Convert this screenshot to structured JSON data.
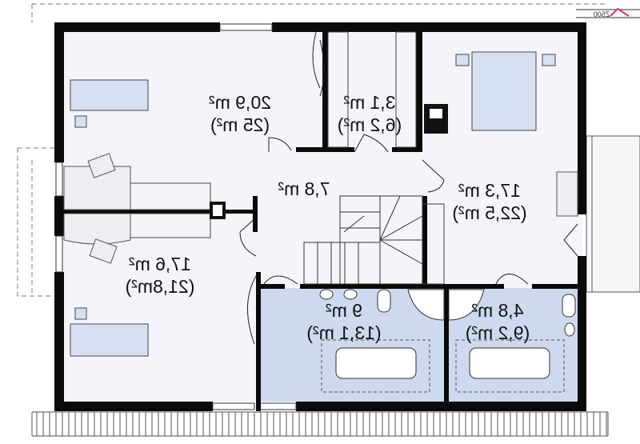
{
  "logo": {
    "text": "Z500",
    "accent": "#e0306a"
  },
  "colors": {
    "floor": "#f3f5fa",
    "bathroom": "#cdd9ee",
    "bed": "#d7e0f2",
    "wall": "#0a0a0a"
  },
  "rooms": [
    {
      "id": "bedroom-top-left",
      "area": "20,9 m²",
      "gross": "(25 m²)"
    },
    {
      "id": "wardrobe",
      "area": "3,1 m²",
      "gross": "(6,2 m²)"
    },
    {
      "id": "hall",
      "area": "7,8 m²"
    },
    {
      "id": "bedroom-right",
      "area": "17,3 m²",
      "gross": "(22,5 m²)"
    },
    {
      "id": "bedroom-bottom-left",
      "area": "17,6 m²",
      "gross": "(21,8m²)"
    },
    {
      "id": "bathroom-main",
      "area": "9 m²",
      "gross": "(13,1 m²)"
    },
    {
      "id": "bathroom-small",
      "area": "4,8 m²",
      "gross": "(9,2 m²)"
    }
  ]
}
